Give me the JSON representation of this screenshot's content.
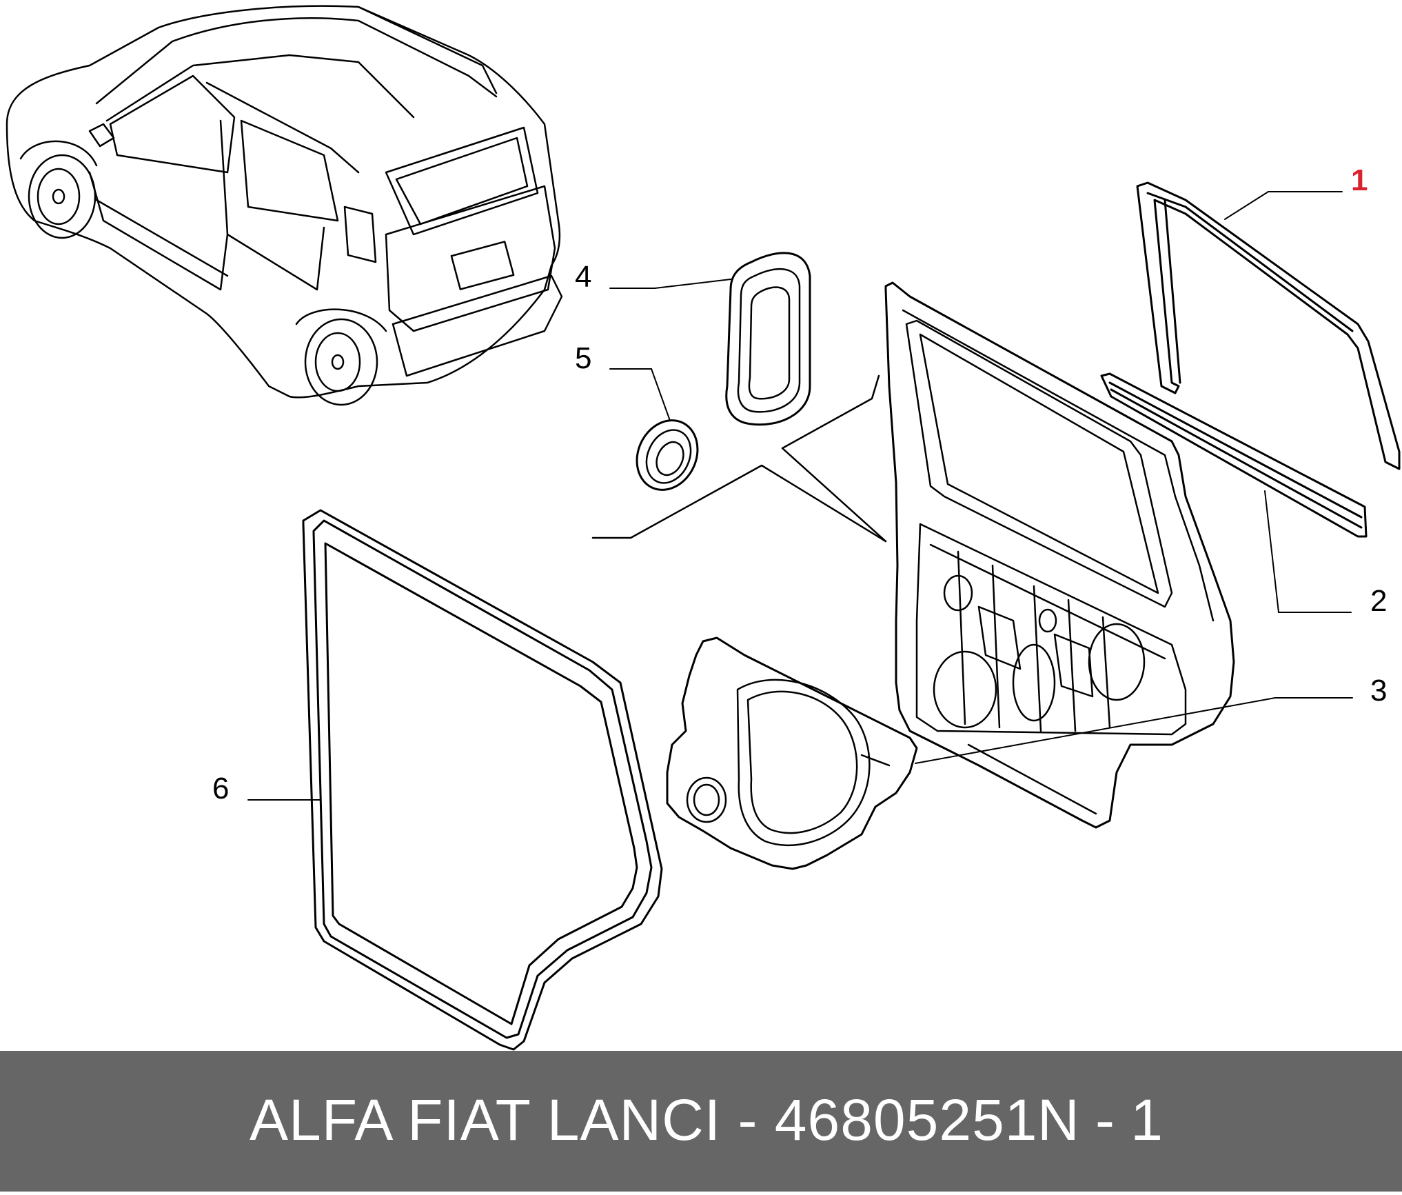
{
  "callouts": {
    "c1": "1",
    "c2": "2",
    "c3": "3",
    "c4": "4",
    "c5": "5",
    "c6": "6"
  },
  "footer": {
    "part_text": "ALFA FIAT LANCI - 46805251",
    "code": "N - 1"
  },
  "colors": {
    "line": "#000000",
    "footer_bg": "#666666",
    "footer_text": "#ffffff",
    "highlight": "#d9232e"
  },
  "parts": [
    {
      "id": 1,
      "name": "window-channel-seal"
    },
    {
      "id": 2,
      "name": "beltline-weatherstrip"
    },
    {
      "id": 3,
      "name": "door-inner-panel-membrane"
    },
    {
      "id": 4,
      "name": "oval-grommet-seal"
    },
    {
      "id": 5,
      "name": "round-grommet"
    },
    {
      "id": 6,
      "name": "door-frame-seal"
    }
  ]
}
